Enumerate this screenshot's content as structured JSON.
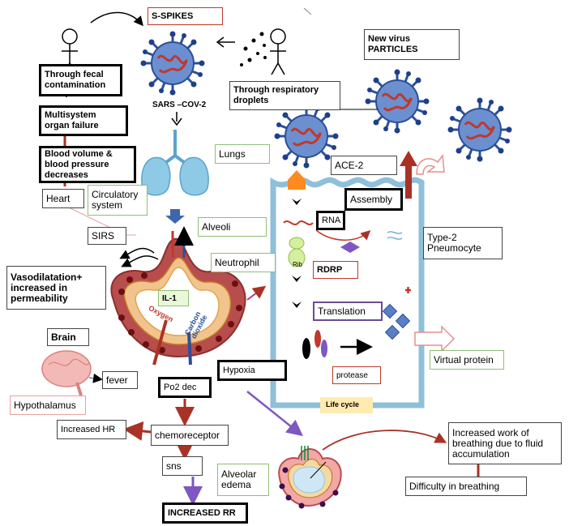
{
  "labels": {
    "s_spikes": "S-SPIKES",
    "sars_cov2": "SARS –COV-2",
    "new_virus": "New virus PARTICLES",
    "resp_droplets": "Through respiratory droplets",
    "fecal": "Through fecal contamination",
    "multisystem": "Multisystem organ failure",
    "blood_volume": "Blood volume & blood pressure decreases",
    "heart": "Heart",
    "circulatory": "Circulatory system",
    "lungs": "Lungs",
    "alveoli": "Alveoli",
    "sirs": "SIRS",
    "neutrophil": "Neutrophil",
    "vasodilatation": "Vasodilatation+ increased in permeability",
    "il1": "IL-1",
    "oxygen": "Oxygen",
    "co2": "Carbon dioxide",
    "brain": "Brain",
    "fever": "fever",
    "hypothalamus": "Hypothalamus",
    "po2": "Po2  dec",
    "hypoxia": "Hypoxia",
    "increased_hr": "Increased HR",
    "chemoreceptor": "chemoreceptor",
    "sns": "sns",
    "alveolar_edema": "Alveolar edema",
    "increased_rr": "INCREASED RR",
    "ace2": "ACE-2",
    "assembly": "Assembly",
    "rna": "RNA",
    "rib": "Rib",
    "rdrp": "RDRP",
    "type2": "Type-2 Pneumocyte",
    "translation": "Translation",
    "protease": "protease",
    "virtual_protein": "Virtual protein",
    "life_cycle": "Life cycle",
    "increased_work": "Increased work of breathing due to fluid accumulation",
    "difficulty": "Difficulty in breathing"
  },
  "colors": {
    "virus_body": "#5b7fc4",
    "virus_rna": "#c0392b",
    "lung": "#8ec9e6",
    "cell_border": "#7fb3d5",
    "alveoli_outer": "#d35454",
    "arrow_purple": "#7e57c2",
    "arrow_red": "#a93226"
  }
}
